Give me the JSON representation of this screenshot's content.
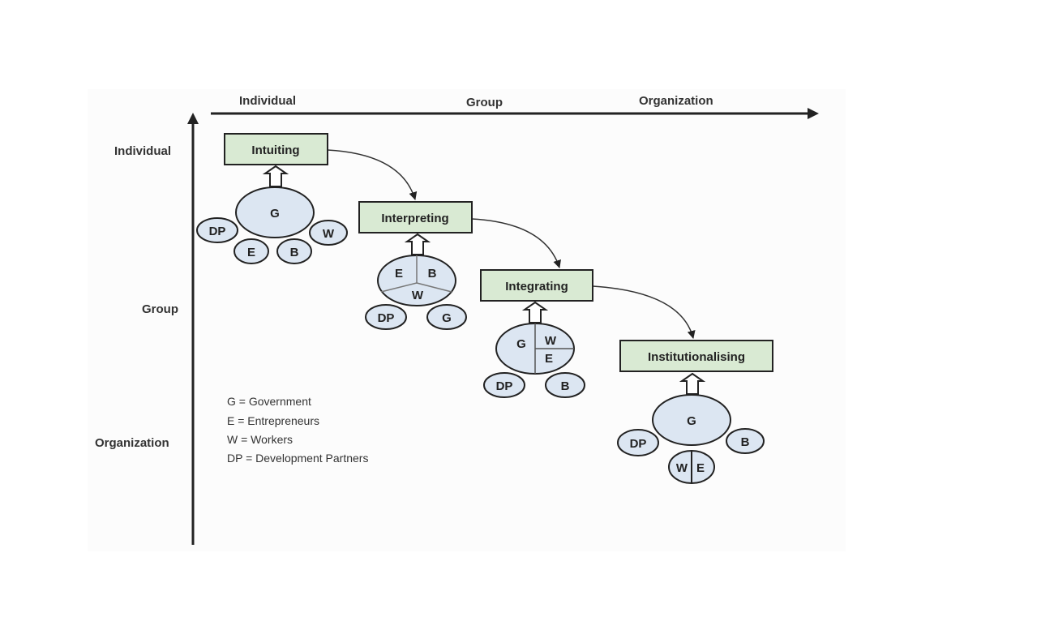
{
  "axes": {
    "x_labels": [
      "Individual",
      "Group",
      "Organization"
    ],
    "y_labels": [
      "Individual",
      "Group",
      "Organization"
    ]
  },
  "processes": [
    {
      "label": "Intuiting"
    },
    {
      "label": "Interpreting"
    },
    {
      "label": "Integrating"
    },
    {
      "label": "Institutionalising"
    }
  ],
  "actors": {
    "intuiting": {
      "main": "G",
      "around": [
        "DP",
        "E",
        "B",
        "W"
      ]
    },
    "interpreting": {
      "main": [
        "E",
        "B",
        "W"
      ],
      "around": [
        "DP",
        "G"
      ]
    },
    "integrating": {
      "main": [
        "G",
        "W",
        "E"
      ],
      "around": [
        "DP",
        "B"
      ]
    },
    "institutionalising": {
      "main": "G",
      "around": [
        "DP",
        "B"
      ],
      "bottom": [
        "W",
        "E"
      ]
    }
  },
  "legend": [
    "G =  Government",
    "E =   Entrepreneurs",
    "W =  Workers",
    "DP = Development Partners"
  ],
  "colors": {
    "box_fill": "#d9ead3",
    "ellipse_fill": "#dce6f2",
    "panel_bg": "#fcfcfc",
    "stroke": "#222222"
  }
}
